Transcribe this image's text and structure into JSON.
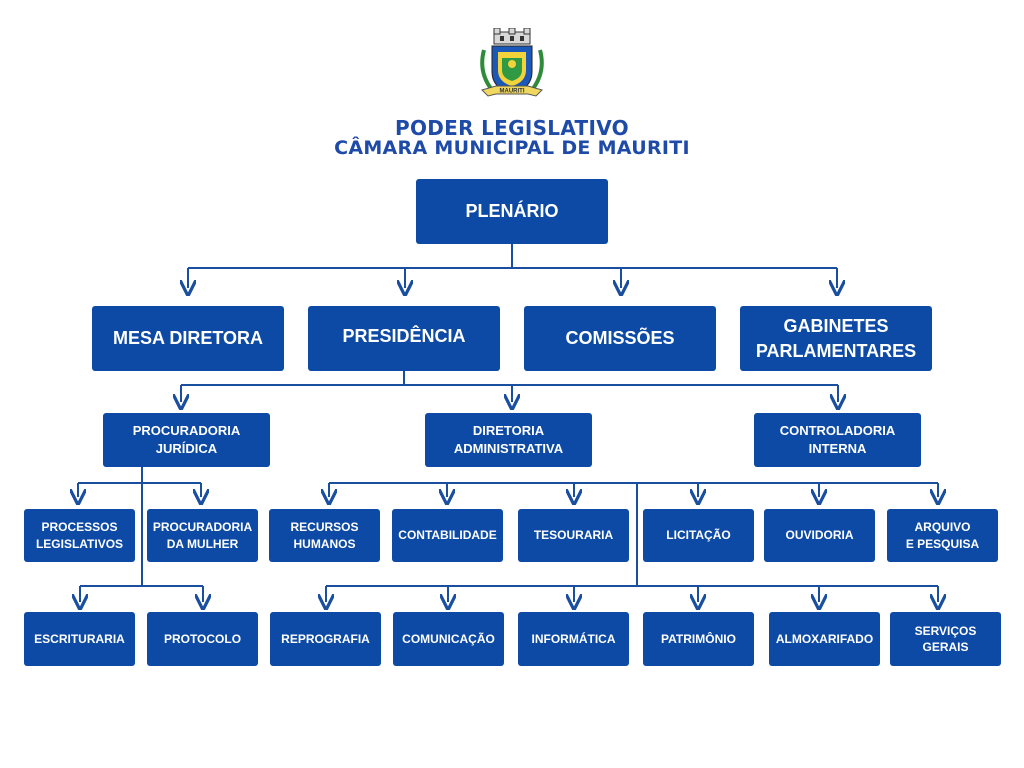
{
  "header": {
    "line1": "PODER LEGISLATIVO",
    "line2": "CÂMARA MUNICIPAL DE MAURITI",
    "emblem_text": "MAURITI"
  },
  "colors": {
    "box": "#0c4aa6",
    "title": "#1e4aa8",
    "line": "#1a4fa0"
  },
  "root": {
    "label": "PLENÁRIO"
  },
  "level2": {
    "mesa": "MESA DIRETORA",
    "presidencia": "PRESIDÊNCIA",
    "comissoes": "COMISSÕES",
    "gabinetes": "GABINETES\nPARLAMENTARES"
  },
  "level3": {
    "procuradoria": "PROCURADORIA\nJURÍDICA",
    "diretoria": "DIRETORIA\nADMINISTRATIVA",
    "controladoria": "CONTROLADORIA\nINTERNA"
  },
  "level4": {
    "processos": "PROCESSOS\nLEGISLATIVOS",
    "proc_mulher": "PROCURADORIA\nDA MULHER",
    "recursos": "RECURSOS\nHUMANOS",
    "contabilidade": "CONTABILIDADE",
    "tesouraria": "TESOURARIA",
    "licitacao": "LICITAÇÃO",
    "ouvidoria": "OUVIDORIA",
    "arquivo": "ARQUIVO\nE PESQUISA"
  },
  "level5": {
    "escrituraria": "ESCRITURARIA",
    "protocolo": "PROTOCOLO",
    "reprografia": "REPROGRAFIA",
    "comunicacao": "COMUNICAÇÃO",
    "informatica": "INFORMÁTICA",
    "patrimonio": "PATRIMÔNIO",
    "almoxarifado": "ALMOXARIFADO",
    "servicos": "SERVIÇOS\nGERAIS"
  }
}
